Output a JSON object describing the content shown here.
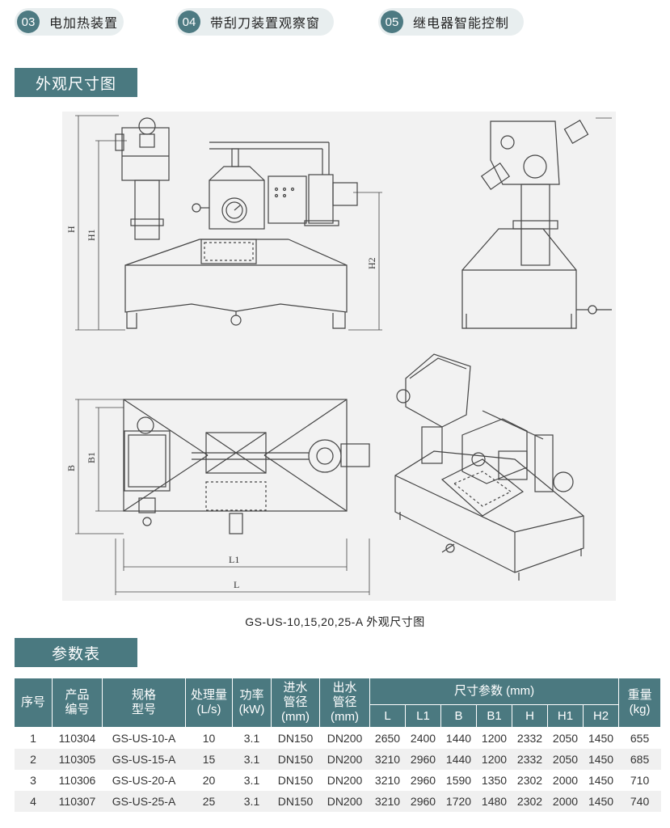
{
  "features": [
    {
      "num": "03",
      "label": "电加热装置"
    },
    {
      "num": "04",
      "label": "带刮刀装置观察窗"
    },
    {
      "num": "05",
      "label": "继电器智能控制"
    }
  ],
  "dimension_section": {
    "title": "外观尺寸图",
    "caption": "GS-US-10,15,20,25-A 外观尺寸图",
    "dim_labels": {
      "H": "H",
      "H1": "H1",
      "H2": "H2",
      "B": "B",
      "B1": "B1",
      "L": "L",
      "L1": "L1"
    }
  },
  "params_section": {
    "title": "参数表",
    "headers": {
      "index": "序号",
      "code_1": "产品",
      "code_2": "编号",
      "model_1": "规格",
      "model_2": "型号",
      "flow_1": "处理量",
      "flow_2": "(L/s)",
      "power_1": "功率",
      "power_2": "(kW)",
      "inlet_1": "进水",
      "inlet_2": "管径",
      "inlet_3": "(mm)",
      "outlet_1": "出水",
      "outlet_2": "管径",
      "outlet_3": "(mm)",
      "size_group": "尺寸参数 (mm)",
      "weight_1": "重量",
      "weight_2": "(kg)",
      "size_cols": [
        "L",
        "L1",
        "B",
        "B1",
        "H",
        "H1",
        "H2"
      ]
    },
    "rows": [
      [
        "1",
        "110304",
        "GS-US-10-A",
        "10",
        "3.1",
        "DN150",
        "DN200",
        "2650",
        "2400",
        "1440",
        "1200",
        "2332",
        "2050",
        "1450",
        "655"
      ],
      [
        "2",
        "110305",
        "GS-US-15-A",
        "15",
        "3.1",
        "DN150",
        "DN200",
        "3210",
        "2960",
        "1440",
        "1200",
        "2332",
        "2050",
        "1450",
        "685"
      ],
      [
        "3",
        "110306",
        "GS-US-20-A",
        "20",
        "3.1",
        "DN150",
        "DN200",
        "3210",
        "2960",
        "1590",
        "1350",
        "2302",
        "2000",
        "1450",
        "710"
      ],
      [
        "4",
        "110307",
        "GS-US-25-A",
        "25",
        "3.1",
        "DN150",
        "DN200",
        "3210",
        "2960",
        "1720",
        "1480",
        "2302",
        "2000",
        "1450",
        "740"
      ]
    ]
  },
  "colors": {
    "accent": "#4a7980",
    "pill_bg": "#e8eeef",
    "row_alt": "#f0f0f0"
  }
}
